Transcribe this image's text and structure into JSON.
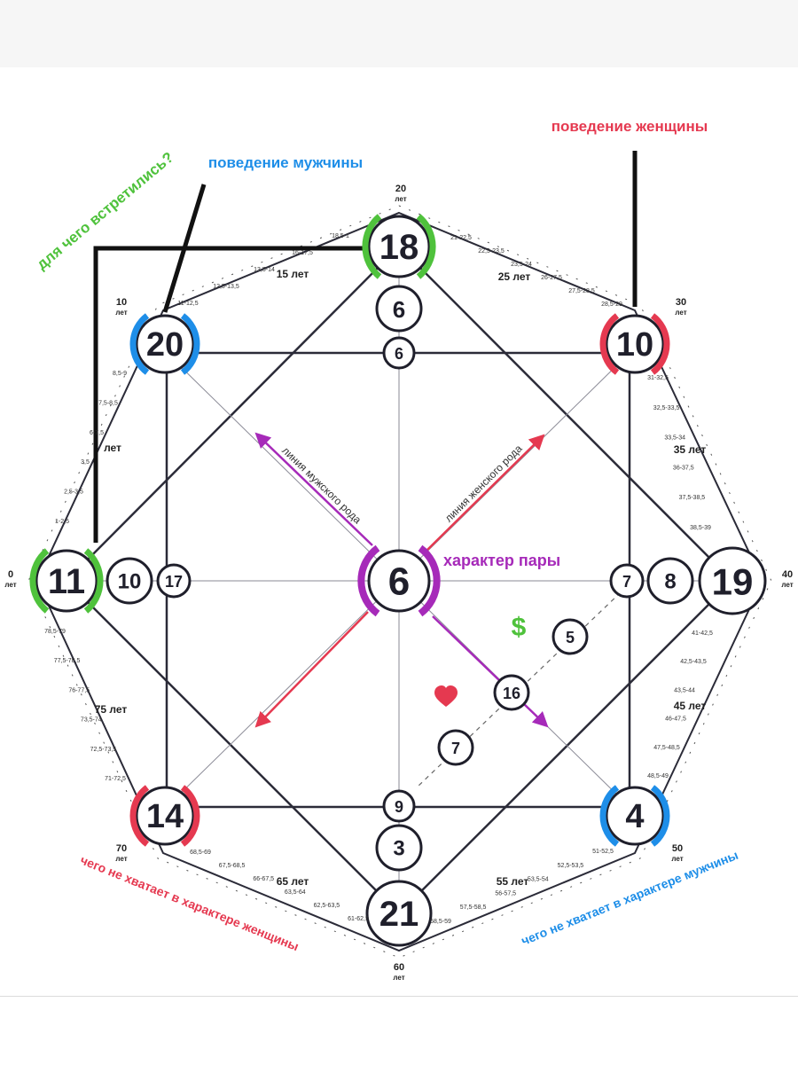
{
  "colors": {
    "line": "#2b2b38",
    "thin": "#8a8a96",
    "green": "#4fc23c",
    "blue": "#1e8ee8",
    "red": "#e53950",
    "purple": "#a62ab9",
    "heart": "#e53950",
    "dollar": "#4fc23c"
  },
  "annotations": {
    "why_met": "для чего встретились?",
    "male_behavior": "поведение мужчины",
    "female_behavior": "поведение женщины",
    "couple_character": "характер пары",
    "female_missing": "чего не хватает в характере женщины",
    "male_missing": "чего не хватает в характере мужчины",
    "male_line": "линия мужского рода",
    "female_line": "линия женского рода"
  },
  "main_nodes": {
    "top": "18",
    "top_left": "20",
    "top_right": "10",
    "left": "11",
    "right": "19",
    "bottom_left": "14",
    "bottom_right": "4",
    "bottom": "21",
    "center": "6"
  },
  "inner_nodes": {
    "top_outer": "6",
    "top_inner": "6",
    "left_outer": "10",
    "left_inner": "17",
    "right_inner": "7",
    "right_outer": "8",
    "bottom_inner": "9",
    "bottom_outer": "3",
    "money_1": "5",
    "money_2": "16",
    "money_3": "7"
  },
  "icons": {
    "dollar": "$",
    "heart": "heart-icon"
  },
  "ages": {
    "a0": "0",
    "a10": "10",
    "a20": "20",
    "a30": "30",
    "a40": "40",
    "a50": "50",
    "a60": "60",
    "a70": "70",
    "unit": "лет",
    "y15": "15 лет",
    "y25": "25 лет",
    "y35": "35 лет",
    "y45": "45 лет",
    "y55": "55 лет",
    "y65": "65 лет",
    "y75": "75 лет",
    "y5": "лет"
  },
  "age_ticks": {
    "top_left": [
      "18,5-1",
      "16-17,5",
      "13,5-14",
      "12,5-13,5",
      "11-12,5"
    ],
    "top_right": [
      "21-22,5",
      "22,5-23,5",
      "23,5-24",
      "26-27,5",
      "27,5-28,5",
      "28,5-29"
    ],
    "right_top": [
      "31-32,5",
      "32,5-33,5",
      "33,5-34",
      "36-37,5",
      "37,5-38,5",
      "38,5-39"
    ],
    "right_bottom": [
      "41-42,5",
      "42,5-43,5",
      "43,5-44",
      "46-47,5",
      "47,5-48,5",
      "48,5-49"
    ],
    "bottom_right": [
      "51-52,5",
      "52,5-53,5",
      "53,5-54",
      "56-57,5",
      "57,5-58,5",
      "58,5-59"
    ],
    "bottom_left": [
      "68,5-69",
      "67,5-68,5",
      "66-67,5",
      "63,5-64",
      "62,5-63,5",
      "61-62,5"
    ],
    "left_bottom": [
      "78,5-79",
      "77,5-78,5",
      "76-77,5",
      "73,5-74",
      "72,5-73,5",
      "71-72,5"
    ],
    "left_top": [
      "8,5-9",
      "7,5-8,5",
      "6-7,5",
      "3,5",
      "2,5-3,5",
      "1-2,5"
    ]
  }
}
